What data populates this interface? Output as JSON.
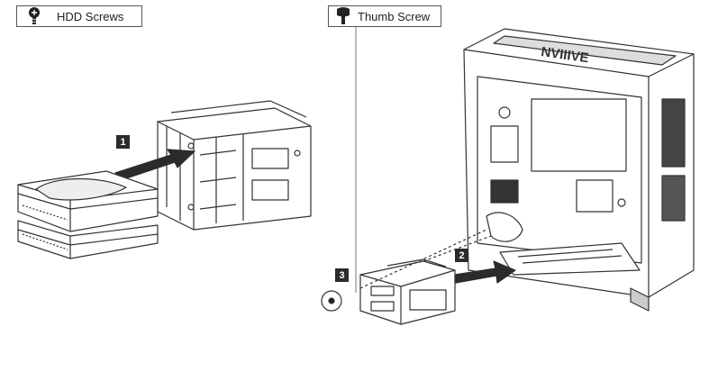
{
  "labels": {
    "hdd_screws": "HDD Screws",
    "thumb_screw": "Thumb Screw"
  },
  "steps": [
    "1",
    "2",
    "3"
  ],
  "icons": {
    "hdd_screw": "screw-icon",
    "thumb_screw": "thumb-screw-icon"
  }
}
